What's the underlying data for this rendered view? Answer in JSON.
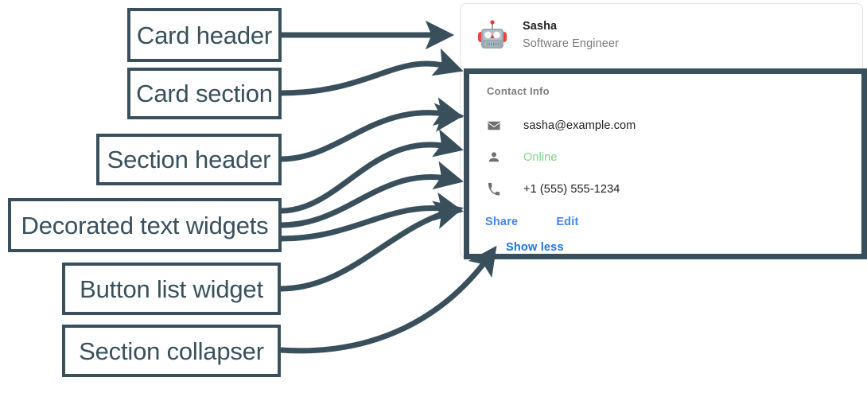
{
  "annotations": {
    "boxes": [
      {
        "id": "card-header",
        "label": "Card header"
      },
      {
        "id": "card-section",
        "label": "Card section"
      },
      {
        "id": "section-header",
        "label": "Section header"
      },
      {
        "id": "decorated-text",
        "label": "Decorated text widgets"
      },
      {
        "id": "button-list",
        "label": "Button list widget"
      },
      {
        "id": "section-collapser",
        "label": "Section collapser"
      }
    ],
    "line_color": "#39505c"
  },
  "card": {
    "header": {
      "avatar_icon": "robot-avatar-icon",
      "title": "Sasha",
      "subtitle": "Software Engineer"
    },
    "section": {
      "header": "Contact Info",
      "rows": [
        {
          "icon": "email-icon",
          "text": "sasha@example.com",
          "state": "default"
        },
        {
          "icon": "person-icon",
          "text": "Online",
          "state": "online"
        },
        {
          "icon": "phone-icon",
          "text": "+1 (555) 555-1234",
          "state": "default"
        }
      ],
      "buttons": [
        {
          "id": "share",
          "label": "Share"
        },
        {
          "id": "edit",
          "label": "Edit"
        }
      ],
      "collapser": {
        "label": "Show less"
      }
    }
  },
  "colors": {
    "annotation": "#39505c",
    "link_blue": "#3f87f5",
    "collapser_blue": "#1a73e8",
    "online_green": "#81d486",
    "muted_gray": "#7a7a7a",
    "card_border": "#e2e2e2"
  }
}
